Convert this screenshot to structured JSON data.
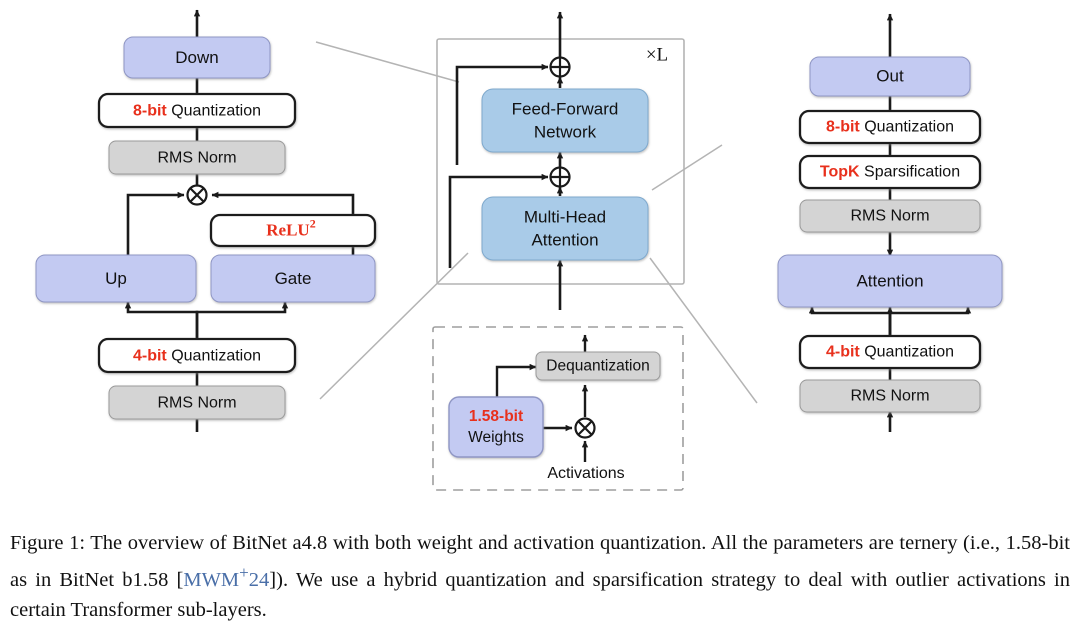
{
  "figure": {
    "caption_prefix": "Figure 1:",
    "caption_part1": " The overview of BitNet a4.8 with both weight and activation quantization. All the parameters are ternery (i.e., 1.58-bit as in BitNet b1.58 [",
    "caption_citation": "MWM",
    "caption_citation_sup": "+",
    "caption_citation_num": "24",
    "caption_part2": "]). We use a hybrid quantization and sparsification strategy to deal with outlier activations in certain Transformer sub-layers.",
    "watermark": "          "
  },
  "colors": {
    "blue_fill": "#c3caf2",
    "blue_attention_fill": "#a9cbe8",
    "gray_fill": "#d4d4d4",
    "white_fill": "#ffffff",
    "accent_red": "#e8301c",
    "stroke_dark": "#1a1a1a",
    "stroke_gray": "#b4b4b4",
    "citation_blue": "#4a6fa8"
  },
  "ffn_panel": {
    "name": "Feed-Forward Network sub-layer detail",
    "boxes": [
      {
        "id": "down",
        "label": "Down",
        "style": "blue"
      },
      {
        "id": "quant8",
        "label_accent": "8-bit",
        "label_rest": " Quantization",
        "style": "white"
      },
      {
        "id": "rmsnorm_top",
        "label": "RMS Norm",
        "style": "gray"
      },
      {
        "id": "relu2",
        "label_accent": "ReLU",
        "label_sup": "2",
        "style": "white"
      },
      {
        "id": "up",
        "label": "Up",
        "style": "blue"
      },
      {
        "id": "gate",
        "label": "Gate",
        "style": "blue"
      },
      {
        "id": "quant4",
        "label_accent": "4-bit",
        "label_rest": " Quantization",
        "style": "white"
      },
      {
        "id": "rmsnorm_bottom",
        "label": "RMS Norm",
        "style": "gray"
      }
    ],
    "multiply_node": "⊗"
  },
  "transformer_panel": {
    "name": "Transformer block",
    "repeat_label": "×L",
    "boxes": [
      {
        "id": "ffn",
        "line1": "Feed-Forward",
        "line2": "Network",
        "style": "blue-attn"
      },
      {
        "id": "mha",
        "line1": "Multi-Head",
        "line2": "Attention",
        "style": "blue-attn"
      }
    ],
    "add_node": "⊕"
  },
  "quantization_panel": {
    "name": "Weight quantization detail",
    "boxes": [
      {
        "id": "dequantization",
        "label": "Dequantization",
        "style": "gray"
      },
      {
        "id": "weights",
        "label_accent": "1.58-bit",
        "label_rest": "Weights",
        "style": "blue"
      }
    ],
    "activations_label": "Activations",
    "multiply_node": "⊗"
  },
  "attention_panel": {
    "name": "Attention sub-layer detail",
    "boxes": [
      {
        "id": "out",
        "label": "Out",
        "style": "blue"
      },
      {
        "id": "quant8",
        "label_accent": "8-bit",
        "label_rest": " Quantization",
        "style": "white"
      },
      {
        "id": "topk",
        "label_accent": "TopK",
        "label_rest": " Sparsification",
        "style": "white"
      },
      {
        "id": "rmsnorm_top",
        "label": "RMS Norm",
        "style": "gray"
      },
      {
        "id": "attention",
        "label": "Attention",
        "style": "blue"
      },
      {
        "id": "quant4",
        "label_accent": "4-bit",
        "label_rest": " Quantization",
        "style": "white"
      },
      {
        "id": "rmsnorm_bottom",
        "label": "RMS Norm",
        "style": "gray"
      }
    ]
  }
}
